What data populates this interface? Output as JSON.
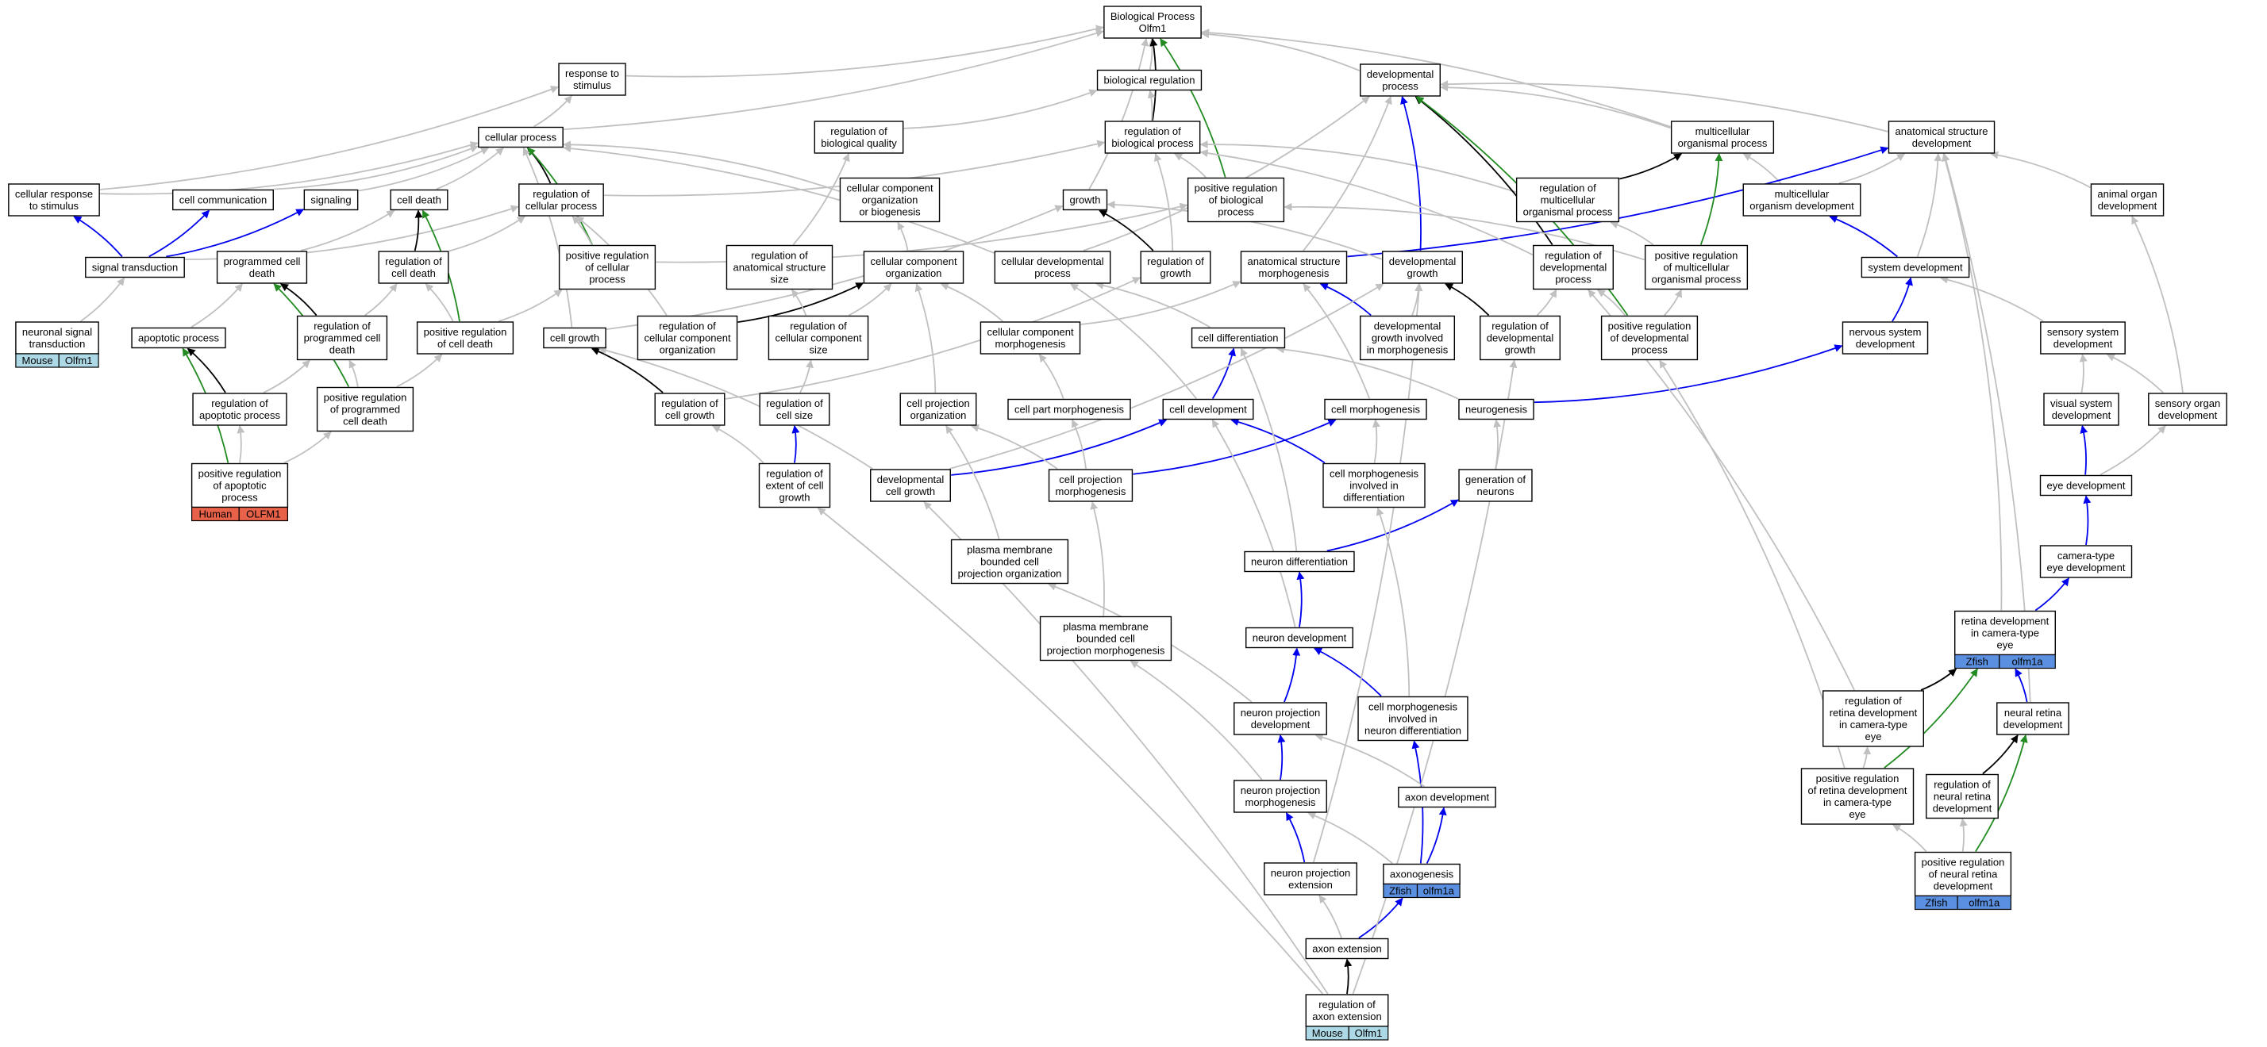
{
  "colors": {
    "edge_default": "#c0c0c0",
    "edge_is_a": "#000000",
    "edge_part_of": "#0000ee",
    "edge_positive": "#228b22",
    "tag_mouse": "#add8e6",
    "tag_human": "#e8624a",
    "tag_zfish": "#5b8fe0"
  },
  "nodes": [
    {
      "id": "bp",
      "lines": [
        "Biological Process",
        "Olfm1"
      ]
    },
    {
      "id": "resp",
      "lines": [
        "response to",
        "stimulus"
      ]
    },
    {
      "id": "biolreg",
      "lines": [
        "biological regulation"
      ]
    },
    {
      "id": "devproc",
      "lines": [
        "developmental",
        "process"
      ]
    },
    {
      "id": "cellproc",
      "lines": [
        "cellular process"
      ]
    },
    {
      "id": "regbq",
      "lines": [
        "regulation of",
        "biological quality"
      ]
    },
    {
      "id": "regbp",
      "lines": [
        "regulation of",
        "biological process"
      ]
    },
    {
      "id": "multiorg",
      "lines": [
        "multicellular",
        "organismal process"
      ]
    },
    {
      "id": "anatdev",
      "lines": [
        "anatomical structure",
        "development"
      ]
    },
    {
      "id": "cellresp",
      "lines": [
        "cellular response",
        "to stimulus"
      ]
    },
    {
      "id": "cellcomm",
      "lines": [
        "cell communication"
      ]
    },
    {
      "id": "signaling",
      "lines": [
        "signaling"
      ]
    },
    {
      "id": "celldeath",
      "lines": [
        "cell death"
      ]
    },
    {
      "id": "regcellproc",
      "lines": [
        "regulation of",
        "cellular process"
      ]
    },
    {
      "id": "ccorg",
      "lines": [
        "cellular component",
        "organization",
        "or biogenesis"
      ]
    },
    {
      "id": "growth",
      "lines": [
        "growth"
      ]
    },
    {
      "id": "posregbp",
      "lines": [
        "positive regulation",
        "of biological",
        "process"
      ]
    },
    {
      "id": "regmulti",
      "lines": [
        "regulation of",
        "multicellular",
        "organismal process"
      ]
    },
    {
      "id": "multidev",
      "lines": [
        "multicellular",
        "organism development"
      ]
    },
    {
      "id": "animorg",
      "lines": [
        "animal organ",
        "development"
      ]
    },
    {
      "id": "sigtrans",
      "lines": [
        "signal transduction"
      ]
    },
    {
      "id": "pcd",
      "lines": [
        "programmed cell",
        "death"
      ]
    },
    {
      "id": "regcd",
      "lines": [
        "regulation of",
        "cell death"
      ]
    },
    {
      "id": "posregcp",
      "lines": [
        "positive regulation",
        "of cellular",
        "process"
      ]
    },
    {
      "id": "reganat",
      "lines": [
        "regulation of",
        "anatomical structure",
        "size"
      ]
    },
    {
      "id": "ccorg2",
      "lines": [
        "cellular component",
        "organization"
      ]
    },
    {
      "id": "celldevproc",
      "lines": [
        "cellular developmental",
        "process"
      ]
    },
    {
      "id": "reggrowth",
      "lines": [
        "regulation of",
        "growth"
      ]
    },
    {
      "id": "anatmorph",
      "lines": [
        "anatomical structure",
        "morphogenesis"
      ]
    },
    {
      "id": "devgrowth",
      "lines": [
        "developmental",
        "growth"
      ]
    },
    {
      "id": "regdevproc",
      "lines": [
        "regulation of",
        "developmental",
        "process"
      ]
    },
    {
      "id": "posregmulti",
      "lines": [
        "positive regulation",
        "of multicellular",
        "organismal process"
      ]
    },
    {
      "id": "sysdev",
      "lines": [
        "system development"
      ]
    },
    {
      "id": "nst",
      "lines": [
        "neuronal signal",
        "transduction"
      ],
      "tags": [
        {
          "label": "Mouse",
          "color": "tag_mouse"
        },
        {
          "label": "Olfm1",
          "color": "tag_mouse"
        }
      ]
    },
    {
      "id": "apop",
      "lines": [
        "apoptotic process"
      ]
    },
    {
      "id": "regpcd",
      "lines": [
        "regulation of",
        "programmed cell",
        "death"
      ]
    },
    {
      "id": "posregcd",
      "lines": [
        "positive regulation",
        "of cell death"
      ]
    },
    {
      "id": "cellgrowth",
      "lines": [
        "cell growth"
      ]
    },
    {
      "id": "regccorg",
      "lines": [
        "regulation of",
        "cellular component",
        "organization"
      ]
    },
    {
      "id": "regccsize",
      "lines": [
        "regulation of",
        "cellular component",
        "size"
      ]
    },
    {
      "id": "ccmorph",
      "lines": [
        "cellular component",
        "morphogenesis"
      ]
    },
    {
      "id": "celldiff",
      "lines": [
        "cell differentiation"
      ]
    },
    {
      "id": "devgrowthmorph",
      "lines": [
        "developmental",
        "growth involved",
        "in morphogenesis"
      ]
    },
    {
      "id": "regdevgrowth",
      "lines": [
        "regulation of",
        "developmental",
        "growth"
      ]
    },
    {
      "id": "posregdevproc",
      "lines": [
        "positive regulation",
        "of developmental",
        "process"
      ]
    },
    {
      "id": "nsd",
      "lines": [
        "nervous system",
        "development"
      ]
    },
    {
      "id": "sensdev",
      "lines": [
        "sensory system",
        "development"
      ]
    },
    {
      "id": "regapop",
      "lines": [
        "regulation of",
        "apoptotic process"
      ]
    },
    {
      "id": "posregpcd",
      "lines": [
        "positive regulation",
        "of programmed",
        "cell death"
      ]
    },
    {
      "id": "regcellgrowth",
      "lines": [
        "regulation of",
        "cell growth"
      ]
    },
    {
      "id": "regcellsize",
      "lines": [
        "regulation of",
        "cell size"
      ]
    },
    {
      "id": "cpo",
      "lines": [
        "cell projection",
        "organization"
      ]
    },
    {
      "id": "cpm",
      "lines": [
        "cell part morphogenesis"
      ]
    },
    {
      "id": "celldev",
      "lines": [
        "cell development"
      ]
    },
    {
      "id": "cellmorph",
      "lines": [
        "cell morphogenesis"
      ]
    },
    {
      "id": "neurogen",
      "lines": [
        "neurogenesis"
      ]
    },
    {
      "id": "visdev",
      "lines": [
        "visual system",
        "development"
      ]
    },
    {
      "id": "sensorg",
      "lines": [
        "sensory organ",
        "development"
      ]
    },
    {
      "id": "posregapop",
      "lines": [
        "positive regulation",
        "of apoptotic",
        "process"
      ],
      "tags": [
        {
          "label": "Human",
          "color": "tag_human"
        },
        {
          "label": "OLFM1",
          "color": "tag_human"
        }
      ]
    },
    {
      "id": "regextcg",
      "lines": [
        "regulation of",
        "extent of cell",
        "growth"
      ]
    },
    {
      "id": "devcg",
      "lines": [
        "developmental",
        "cell growth"
      ]
    },
    {
      "id": "cprojmorph",
      "lines": [
        "cell projection",
        "morphogenesis"
      ]
    },
    {
      "id": "cmdiff",
      "lines": [
        "cell morphogenesis",
        "involved in",
        "differentiation"
      ]
    },
    {
      "id": "genneur",
      "lines": [
        "generation of",
        "neurons"
      ]
    },
    {
      "id": "eyedev",
      "lines": [
        "eye development"
      ]
    },
    {
      "id": "pmbcpo",
      "lines": [
        "plasma membrane",
        "bounded cell",
        "projection organization"
      ]
    },
    {
      "id": "neurdiff",
      "lines": [
        "neuron differentiation"
      ]
    },
    {
      "id": "camdev",
      "lines": [
        "camera-type",
        "eye development"
      ]
    },
    {
      "id": "pmbcpm",
      "lines": [
        "plasma membrane",
        "bounded cell",
        "projection morphogenesis"
      ]
    },
    {
      "id": "neurdev",
      "lines": [
        "neuron development"
      ]
    },
    {
      "id": "retdev",
      "lines": [
        "retina development",
        "in camera-type",
        "eye"
      ],
      "tags": [
        {
          "label": "Zfish",
          "color": "tag_zfish"
        },
        {
          "label": "olfm1a",
          "color": "tag_zfish"
        }
      ]
    },
    {
      "id": "npd",
      "lines": [
        "neuron projection",
        "development"
      ]
    },
    {
      "id": "cmnd",
      "lines": [
        "cell morphogenesis",
        "involved in",
        "neuron differentiation"
      ]
    },
    {
      "id": "regretdev",
      "lines": [
        "regulation of",
        "retina development",
        "in camera-type",
        "eye"
      ]
    },
    {
      "id": "neurret",
      "lines": [
        "neural retina",
        "development"
      ]
    },
    {
      "id": "npm",
      "lines": [
        "neuron projection",
        "morphogenesis"
      ]
    },
    {
      "id": "axondev",
      "lines": [
        "axon development"
      ]
    },
    {
      "id": "posregret",
      "lines": [
        "positive regulation",
        "of retina development",
        "in camera-type",
        "eye"
      ]
    },
    {
      "id": "regneurret",
      "lines": [
        "regulation of",
        "neural retina",
        "development"
      ]
    },
    {
      "id": "axonogen",
      "lines": [
        "axonogenesis"
      ],
      "tags": [
        {
          "label": "Zfish",
          "color": "tag_zfish"
        },
        {
          "label": "olfm1a",
          "color": "tag_zfish"
        }
      ]
    },
    {
      "id": "npe",
      "lines": [
        "neuron projection",
        "extension"
      ]
    },
    {
      "id": "posregneurret",
      "lines": [
        "positive regulation",
        "of neural retina",
        "development"
      ],
      "tags": [
        {
          "label": "Zfish",
          "color": "tag_zfish"
        },
        {
          "label": "olfm1a",
          "color": "tag_zfish"
        }
      ]
    },
    {
      "id": "axonext",
      "lines": [
        "axon extension"
      ]
    },
    {
      "id": "regaxonext",
      "lines": [
        "regulation of",
        "axon extension"
      ],
      "tags": [
        {
          "label": "Mouse",
          "color": "tag_mouse"
        },
        {
          "label": "Olfm1",
          "color": "tag_mouse"
        }
      ]
    }
  ],
  "edges": [
    [
      "resp",
      "bp",
      "d"
    ],
    [
      "biolreg",
      "bp",
      "d"
    ],
    [
      "devproc",
      "bp",
      "d"
    ],
    [
      "cellproc",
      "bp",
      "d"
    ],
    [
      "multiorg",
      "bp",
      "d"
    ],
    [
      "anatdev",
      "devproc",
      "d"
    ],
    [
      "regbp",
      "bp",
      "k"
    ],
    [
      "posregbp",
      "bp",
      "g"
    ],
    [
      "regbp",
      "biolreg",
      "d"
    ],
    [
      "regbq",
      "biolreg",
      "d"
    ],
    [
      "growth",
      "bp",
      "d"
    ],
    [
      "multiorg",
      "devproc",
      "d"
    ],
    [
      "cellproc",
      "resp",
      "d"
    ],
    [
      "cellresp",
      "resp",
      "d"
    ],
    [
      "cellresp",
      "cellproc",
      "d"
    ],
    [
      "cellcomm",
      "cellproc",
      "d"
    ],
    [
      "signaling",
      "cellproc",
      "d"
    ],
    [
      "celldeath",
      "cellproc",
      "d"
    ],
    [
      "regcellproc",
      "cellproc",
      "k"
    ],
    [
      "regcellproc",
      "regbp",
      "d"
    ],
    [
      "ccorg",
      "cellproc",
      "d"
    ],
    [
      "posregbp",
      "regbp",
      "d"
    ],
    [
      "regmulti",
      "regbp",
      "d"
    ],
    [
      "regmulti",
      "multiorg",
      "k"
    ],
    [
      "multidev",
      "multiorg",
      "d"
    ],
    [
      "multidev",
      "anatdev",
      "d"
    ],
    [
      "animorg",
      "anatdev",
      "d"
    ],
    [
      "sigtrans",
      "cellresp",
      "p"
    ],
    [
      "sigtrans",
      "cellcomm",
      "p"
    ],
    [
      "sigtrans",
      "signaling",
      "p"
    ],
    [
      "sigtrans",
      "regcellproc",
      "d"
    ],
    [
      "pcd",
      "celldeath",
      "d"
    ],
    [
      "regcd",
      "celldeath",
      "k"
    ],
    [
      "regcd",
      "regcellproc",
      "d"
    ],
    [
      "posregcp",
      "cellproc",
      "g"
    ],
    [
      "posregcp",
      "regcellproc",
      "d"
    ],
    [
      "posregcp",
      "posregbp",
      "d"
    ],
    [
      "reganat",
      "regbq",
      "d"
    ],
    [
      "ccorg2",
      "ccorg",
      "d"
    ],
    [
      "celldevproc",
      "cellproc",
      "d"
    ],
    [
      "celldevproc",
      "devproc",
      "d"
    ],
    [
      "reggrowth",
      "growth",
      "k"
    ],
    [
      "reggrowth",
      "regbp",
      "d"
    ],
    [
      "anatmorph",
      "anatdev",
      "p"
    ],
    [
      "anatmorph",
      "devproc",
      "d"
    ],
    [
      "devgrowth",
      "devproc",
      "p"
    ],
    [
      "devgrowth",
      "growth",
      "d"
    ],
    [
      "regdevproc",
      "devproc",
      "k"
    ],
    [
      "regdevproc",
      "regbp",
      "d"
    ],
    [
      "posregmulti",
      "multiorg",
      "g"
    ],
    [
      "posregmulti",
      "regmulti",
      "d"
    ],
    [
      "posregmulti",
      "posregbp",
      "d"
    ],
    [
      "sysdev",
      "multidev",
      "p"
    ],
    [
      "sysdev",
      "anatdev",
      "d"
    ],
    [
      "nst",
      "sigtrans",
      "d"
    ],
    [
      "apop",
      "pcd",
      "d"
    ],
    [
      "regpcd",
      "pcd",
      "k"
    ],
    [
      "regpcd",
      "regcd",
      "d"
    ],
    [
      "posregcd",
      "celldeath",
      "g"
    ],
    [
      "posregcd",
      "regcd",
      "d"
    ],
    [
      "posregcd",
      "posregcp",
      "d"
    ],
    [
      "cellgrowth",
      "growth",
      "d"
    ],
    [
      "cellgrowth",
      "cellproc",
      "d"
    ],
    [
      "regccorg",
      "ccorg2",
      "k"
    ],
    [
      "regccorg",
      "regcellproc",
      "d"
    ],
    [
      "regccsize",
      "reganat",
      "d"
    ],
    [
      "regccsize",
      "ccorg2",
      "d"
    ],
    [
      "ccmorph",
      "anatmorph",
      "d"
    ],
    [
      "ccmorph",
      "ccorg2",
      "d"
    ],
    [
      "celldiff",
      "celldevproc",
      "d"
    ],
    [
      "devgrowthmorph",
      "anatmorph",
      "p"
    ],
    [
      "devgrowthmorph",
      "devgrowth",
      "d"
    ],
    [
      "regdevgrowth",
      "devgrowth",
      "k"
    ],
    [
      "regdevgrowth",
      "regdevproc",
      "d"
    ],
    [
      "posregdevproc",
      "regdevproc",
      "d"
    ],
    [
      "posregdevproc",
      "posregmulti",
      "d"
    ],
    [
      "posregdevproc",
      "devproc",
      "g"
    ],
    [
      "nsd",
      "sysdev",
      "p"
    ],
    [
      "sensdev",
      "sysdev",
      "d"
    ],
    [
      "regapop",
      "apop",
      "k"
    ],
    [
      "regapop",
      "regpcd",
      "d"
    ],
    [
      "posregpcd",
      "pcd",
      "g"
    ],
    [
      "posregpcd",
      "regpcd",
      "d"
    ],
    [
      "posregpcd",
      "posregcd",
      "d"
    ],
    [
      "regcellgrowth",
      "cellgrowth",
      "k"
    ],
    [
      "regcellgrowth",
      "reggrowth",
      "d"
    ],
    [
      "regcellsize",
      "regccsize",
      "d"
    ],
    [
      "cpo",
      "ccorg2",
      "d"
    ],
    [
      "cpm",
      "ccmorph",
      "d"
    ],
    [
      "celldev",
      "celldiff",
      "p"
    ],
    [
      "celldev",
      "celldevproc",
      "d"
    ],
    [
      "cellmorph",
      "anatmorph",
      "d"
    ],
    [
      "neurogen",
      "celldiff",
      "d"
    ],
    [
      "neurogen",
      "nsd",
      "p"
    ],
    [
      "visdev",
      "sensdev",
      "d"
    ],
    [
      "sensorg",
      "animorg",
      "d"
    ],
    [
      "sensorg",
      "sensdev",
      "d"
    ],
    [
      "posregapop",
      "apop",
      "g"
    ],
    [
      "posregapop",
      "regapop",
      "d"
    ],
    [
      "posregapop",
      "posregpcd",
      "d"
    ],
    [
      "regextcg",
      "regcellsize",
      "p"
    ],
    [
      "regextcg",
      "regcellgrowth",
      "d"
    ],
    [
      "devcg",
      "celldev",
      "p"
    ],
    [
      "devcg",
      "cellgrowth",
      "d"
    ],
    [
      "devcg",
      "devgrowth",
      "d"
    ],
    [
      "cprojmorph",
      "cellmorph",
      "p"
    ],
    [
      "cprojmorph",
      "cpo",
      "d"
    ],
    [
      "cprojmorph",
      "cpm",
      "d"
    ],
    [
      "cmdiff",
      "celldev",
      "p"
    ],
    [
      "cmdiff",
      "cellmorph",
      "d"
    ],
    [
      "genneur",
      "neurogen",
      "d"
    ],
    [
      "eyedev",
      "visdev",
      "p"
    ],
    [
      "eyedev",
      "sensorg",
      "d"
    ],
    [
      "pmbcpo",
      "cpo",
      "d"
    ],
    [
      "neurdiff",
      "genneur",
      "p"
    ],
    [
      "neurdiff",
      "celldiff",
      "d"
    ],
    [
      "camdev",
      "eyedev",
      "p"
    ],
    [
      "pmbcpm",
      "cprojmorph",
      "d"
    ],
    [
      "neurdev",
      "neurdiff",
      "p"
    ],
    [
      "neurdev",
      "celldev",
      "d"
    ],
    [
      "retdev",
      "camdev",
      "p"
    ],
    [
      "retdev",
      "anatdev",
      "d"
    ],
    [
      "npd",
      "neurdev",
      "p"
    ],
    [
      "npd",
      "pmbcpo",
      "d"
    ],
    [
      "cmnd",
      "neurdev",
      "p"
    ],
    [
      "cmnd",
      "cmdiff",
      "d"
    ],
    [
      "regretdev",
      "retdev",
      "k"
    ],
    [
      "regretdev",
      "regdevproc",
      "d"
    ],
    [
      "neurret",
      "retdev",
      "p"
    ],
    [
      "neurret",
      "anatdev",
      "d"
    ],
    [
      "npm",
      "npd",
      "p"
    ],
    [
      "npm",
      "pmbcpm",
      "d"
    ],
    [
      "axondev",
      "npd",
      "d"
    ],
    [
      "posregret",
      "retdev",
      "g"
    ],
    [
      "posregret",
      "regretdev",
      "d"
    ],
    [
      "posregret",
      "posregdevproc",
      "d"
    ],
    [
      "regneurret",
      "neurret",
      "k"
    ],
    [
      "axonogen",
      "axondev",
      "p"
    ],
    [
      "axonogen",
      "cmnd",
      "p"
    ],
    [
      "axonogen",
      "npm",
      "d"
    ],
    [
      "npe",
      "npm",
      "p"
    ],
    [
      "npe",
      "devgrowth",
      "d"
    ],
    [
      "posregneurret",
      "neurret",
      "g"
    ],
    [
      "posregneurret",
      "regneurret",
      "d"
    ],
    [
      "posregneurret",
      "posregret",
      "d"
    ],
    [
      "axonext",
      "axonogen",
      "p"
    ],
    [
      "axonext",
      "npe",
      "d"
    ],
    [
      "regaxonext",
      "axonext",
      "k"
    ],
    [
      "regaxonext",
      "regextcg",
      "d"
    ],
    [
      "regaxonext",
      "devcg",
      "d"
    ],
    [
      "regaxonext",
      "regdevgrowth",
      "d"
    ]
  ]
}
